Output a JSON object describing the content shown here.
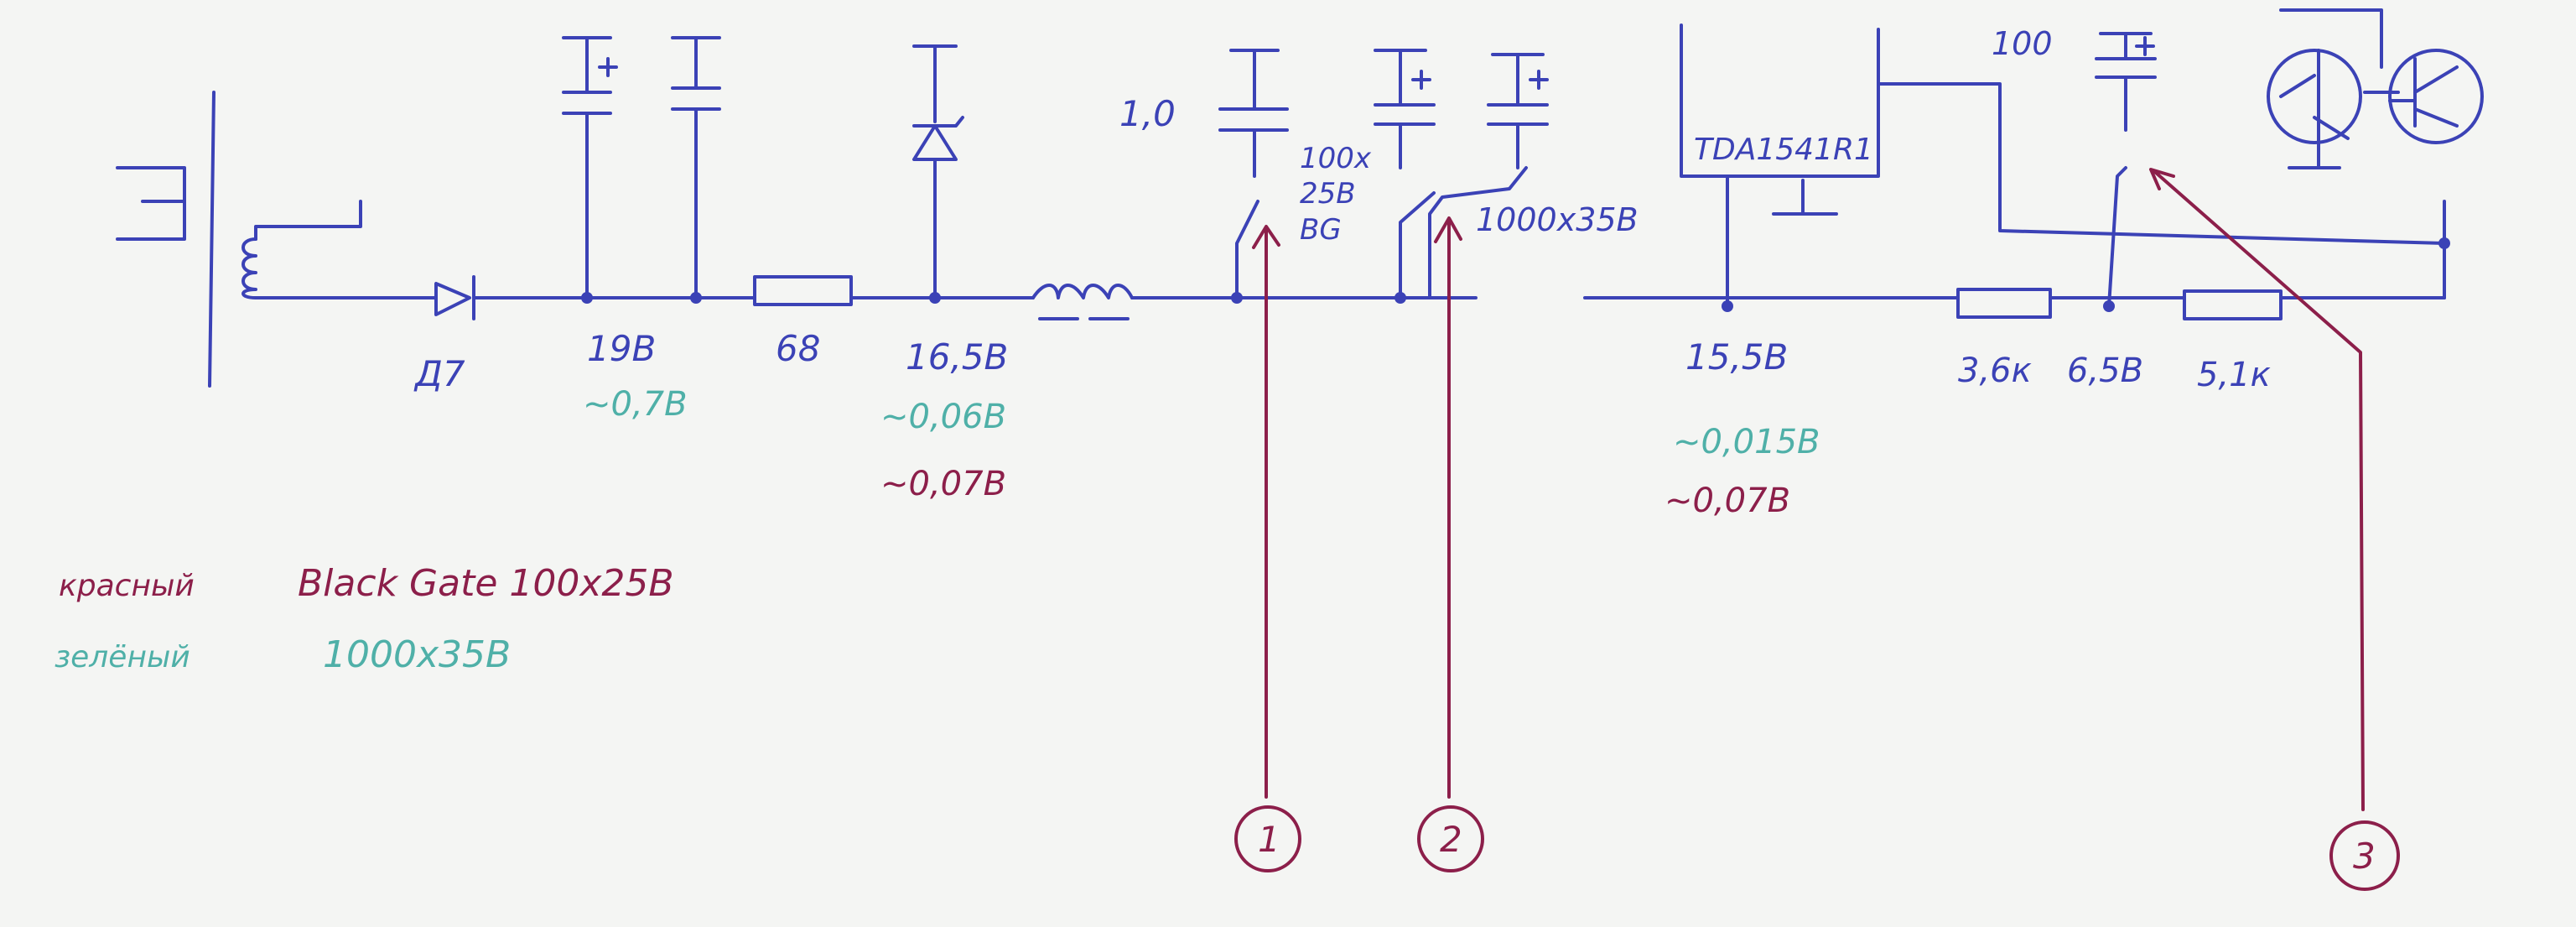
{
  "labels": {
    "diode": "Д7",
    "v_node1": "19В",
    "ripple_green_1": "~0,7В",
    "resistor_68": "68",
    "v_node2": "16,5В",
    "ripple_green_2": "~0,06В",
    "ripple_red_2": "~0,07В",
    "cap_1_0": "1,0",
    "cap_100x25": "100x",
    "cap_100x25_line2": "25В",
    "cap_100x25_line3": "ВG",
    "cap_1000x35": "1000x35В",
    "ic": "TDA1541R1",
    "v_node3": "15,5В",
    "ripple_green_3": "~0,015В",
    "ripple_red_3": "~0,07В",
    "cap_100": "100",
    "resistor_3_6k": "3,6к",
    "v_node4": "6,5В",
    "resistor_5_1k": "5,1к",
    "callout_1": "1",
    "callout_2": "2",
    "callout_3": "3"
  },
  "legend": {
    "red_word": "красный",
    "red_text": "Black Gate  100x25В",
    "green_word": "зелёный",
    "green_text": "1000x35В"
  },
  "colors": {
    "ink_blue": "#3b42b6",
    "ink_red": "#8c1f4a",
    "ink_green": "#4fb0a8",
    "paper": "#f4f5f3"
  }
}
